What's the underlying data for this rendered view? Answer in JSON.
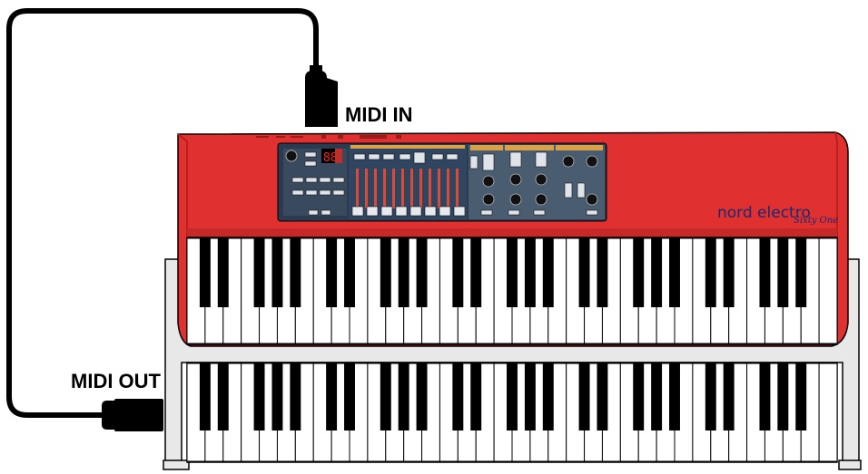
{
  "labels": {
    "midi_in": "MIDI IN",
    "midi_out": "MIDI OUT"
  },
  "synth": {
    "brand": "nord electro",
    "model": "Sixty One",
    "display": "88"
  },
  "colors": {
    "body_red": "#e03030",
    "body_dark_red": "#b81f1f",
    "panel_blue": "#2b3a4e",
    "panel_grey": "#5b6e80",
    "cable": "#000000",
    "stand_grey": "#e8e8e8"
  }
}
